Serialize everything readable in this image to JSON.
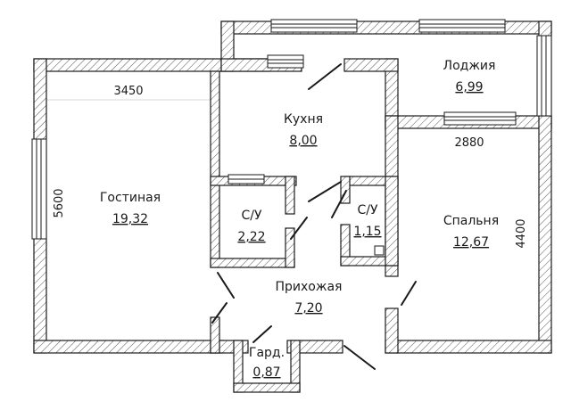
{
  "rooms": [
    {
      "id": "living",
      "name": "Гостиная",
      "area": "19,32"
    },
    {
      "id": "kitchen",
      "name": "Кухня",
      "area": "8,00"
    },
    {
      "id": "loggia",
      "name": "Лоджия",
      "area": "6,99"
    },
    {
      "id": "bath1",
      "name": "С/У",
      "area": "2,22"
    },
    {
      "id": "bath2",
      "name": "С/У",
      "area": "1,15"
    },
    {
      "id": "bedroom",
      "name": "Спальня",
      "area": "12,67"
    },
    {
      "id": "hall",
      "name": "Прихожая",
      "area": "7,20"
    },
    {
      "id": "closet",
      "name": "Гард.",
      "area": "0,87"
    }
  ],
  "dimensions": {
    "living_width": "3450",
    "living_depth": "5600",
    "bedroom_width": "2880",
    "bedroom_depth": "4400"
  }
}
